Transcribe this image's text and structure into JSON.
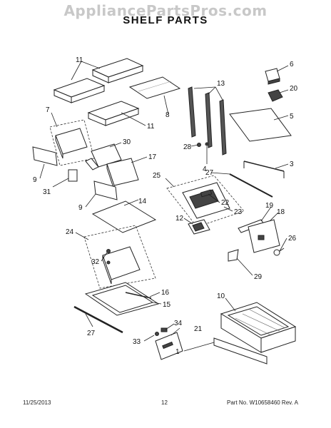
{
  "watermark": "AppliancePartsPros.com",
  "title": "SHELF PARTS",
  "footer": {
    "date": "11/25/2013",
    "page": "12",
    "part_no": "Part No. W10658460  Rev. A"
  },
  "callouts": {
    "c1": "1",
    "c4": "4",
    "c5": "5",
    "c6": "6",
    "c7": "7",
    "c8": "8",
    "c9a": "9",
    "c9b": "9",
    "c10": "10",
    "c11a": "11",
    "c11b": "11",
    "c12": "12",
    "c13": "13",
    "c14": "14",
    "c15": "15",
    "c16": "16",
    "c17": "17",
    "c18": "18",
    "c19": "19",
    "c20": "20",
    "c21": "21",
    "c22": "22",
    "c23": "23",
    "c24": "24",
    "c25": "25",
    "c26": "26",
    "c27a": "27",
    "c27b": "27",
    "c28": "28",
    "c29": "29",
    "c30": "30",
    "c31": "31",
    "c32": "32",
    "c33": "33",
    "c34": "34",
    "c3": "3"
  }
}
